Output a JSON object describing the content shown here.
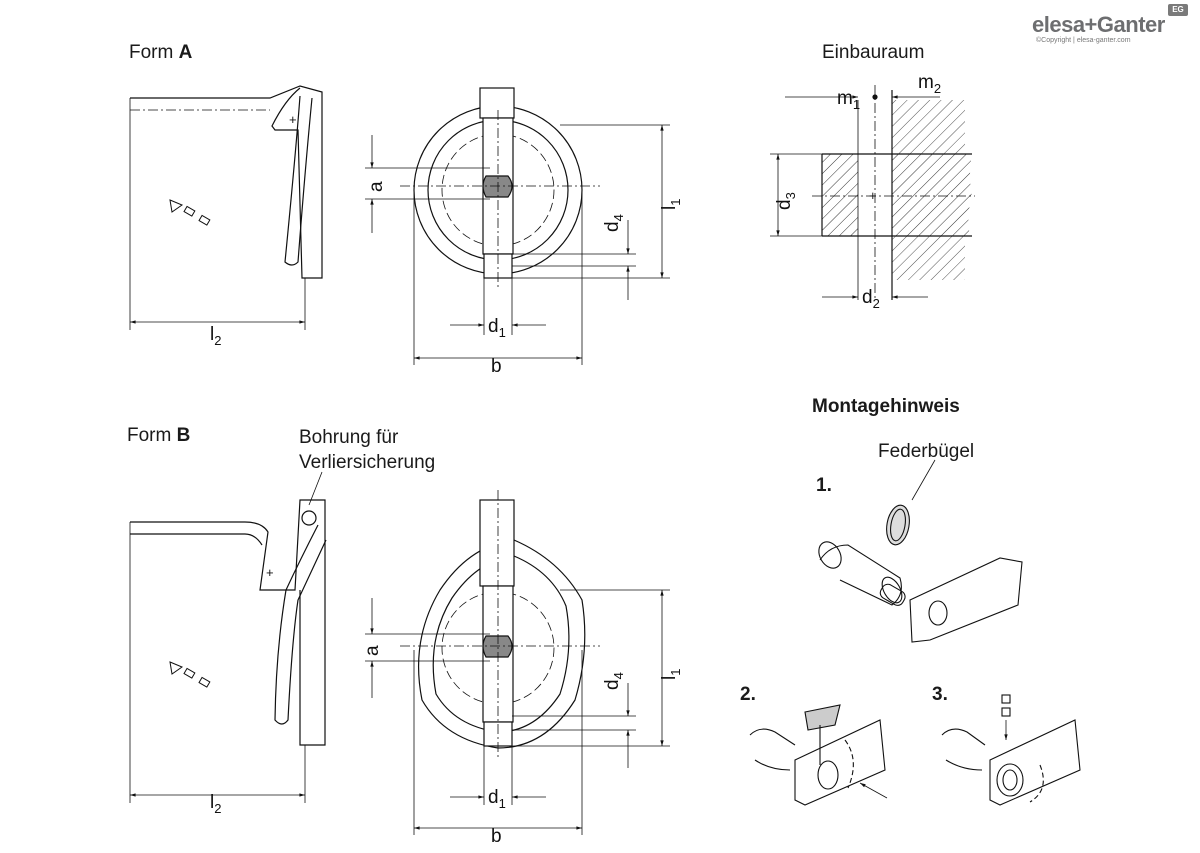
{
  "brand": {
    "logo": "elesa+Ganter",
    "copyright": "©Copyright | elesa-ganter.com",
    "badge": "EG"
  },
  "form_a": {
    "prefix": "Form ",
    "letter": "A"
  },
  "form_b": {
    "prefix": "Form ",
    "letter": "B"
  },
  "bore_note": {
    "line1": "Bohrung für",
    "line2": "Verliersicherung"
  },
  "installation_space": {
    "title": "Einbauraum"
  },
  "assembly": {
    "title": "Montagehinweis",
    "spring_clip": "Federbügel",
    "step1": "1.",
    "step2": "2.",
    "step3": "3."
  },
  "dims": {
    "a": "a",
    "b": "b",
    "d1": "d",
    "d1_sub": "1",
    "d2": "d",
    "d2_sub": "2",
    "d3": "d",
    "d3_sub": "3",
    "d4": "d",
    "d4_sub": "4",
    "l1": "l",
    "l1_sub": "1",
    "l2": "l",
    "l2_sub": "2",
    "m1": "m",
    "m1_sub": "1",
    "m2": "m",
    "m2_sub": "2"
  }
}
